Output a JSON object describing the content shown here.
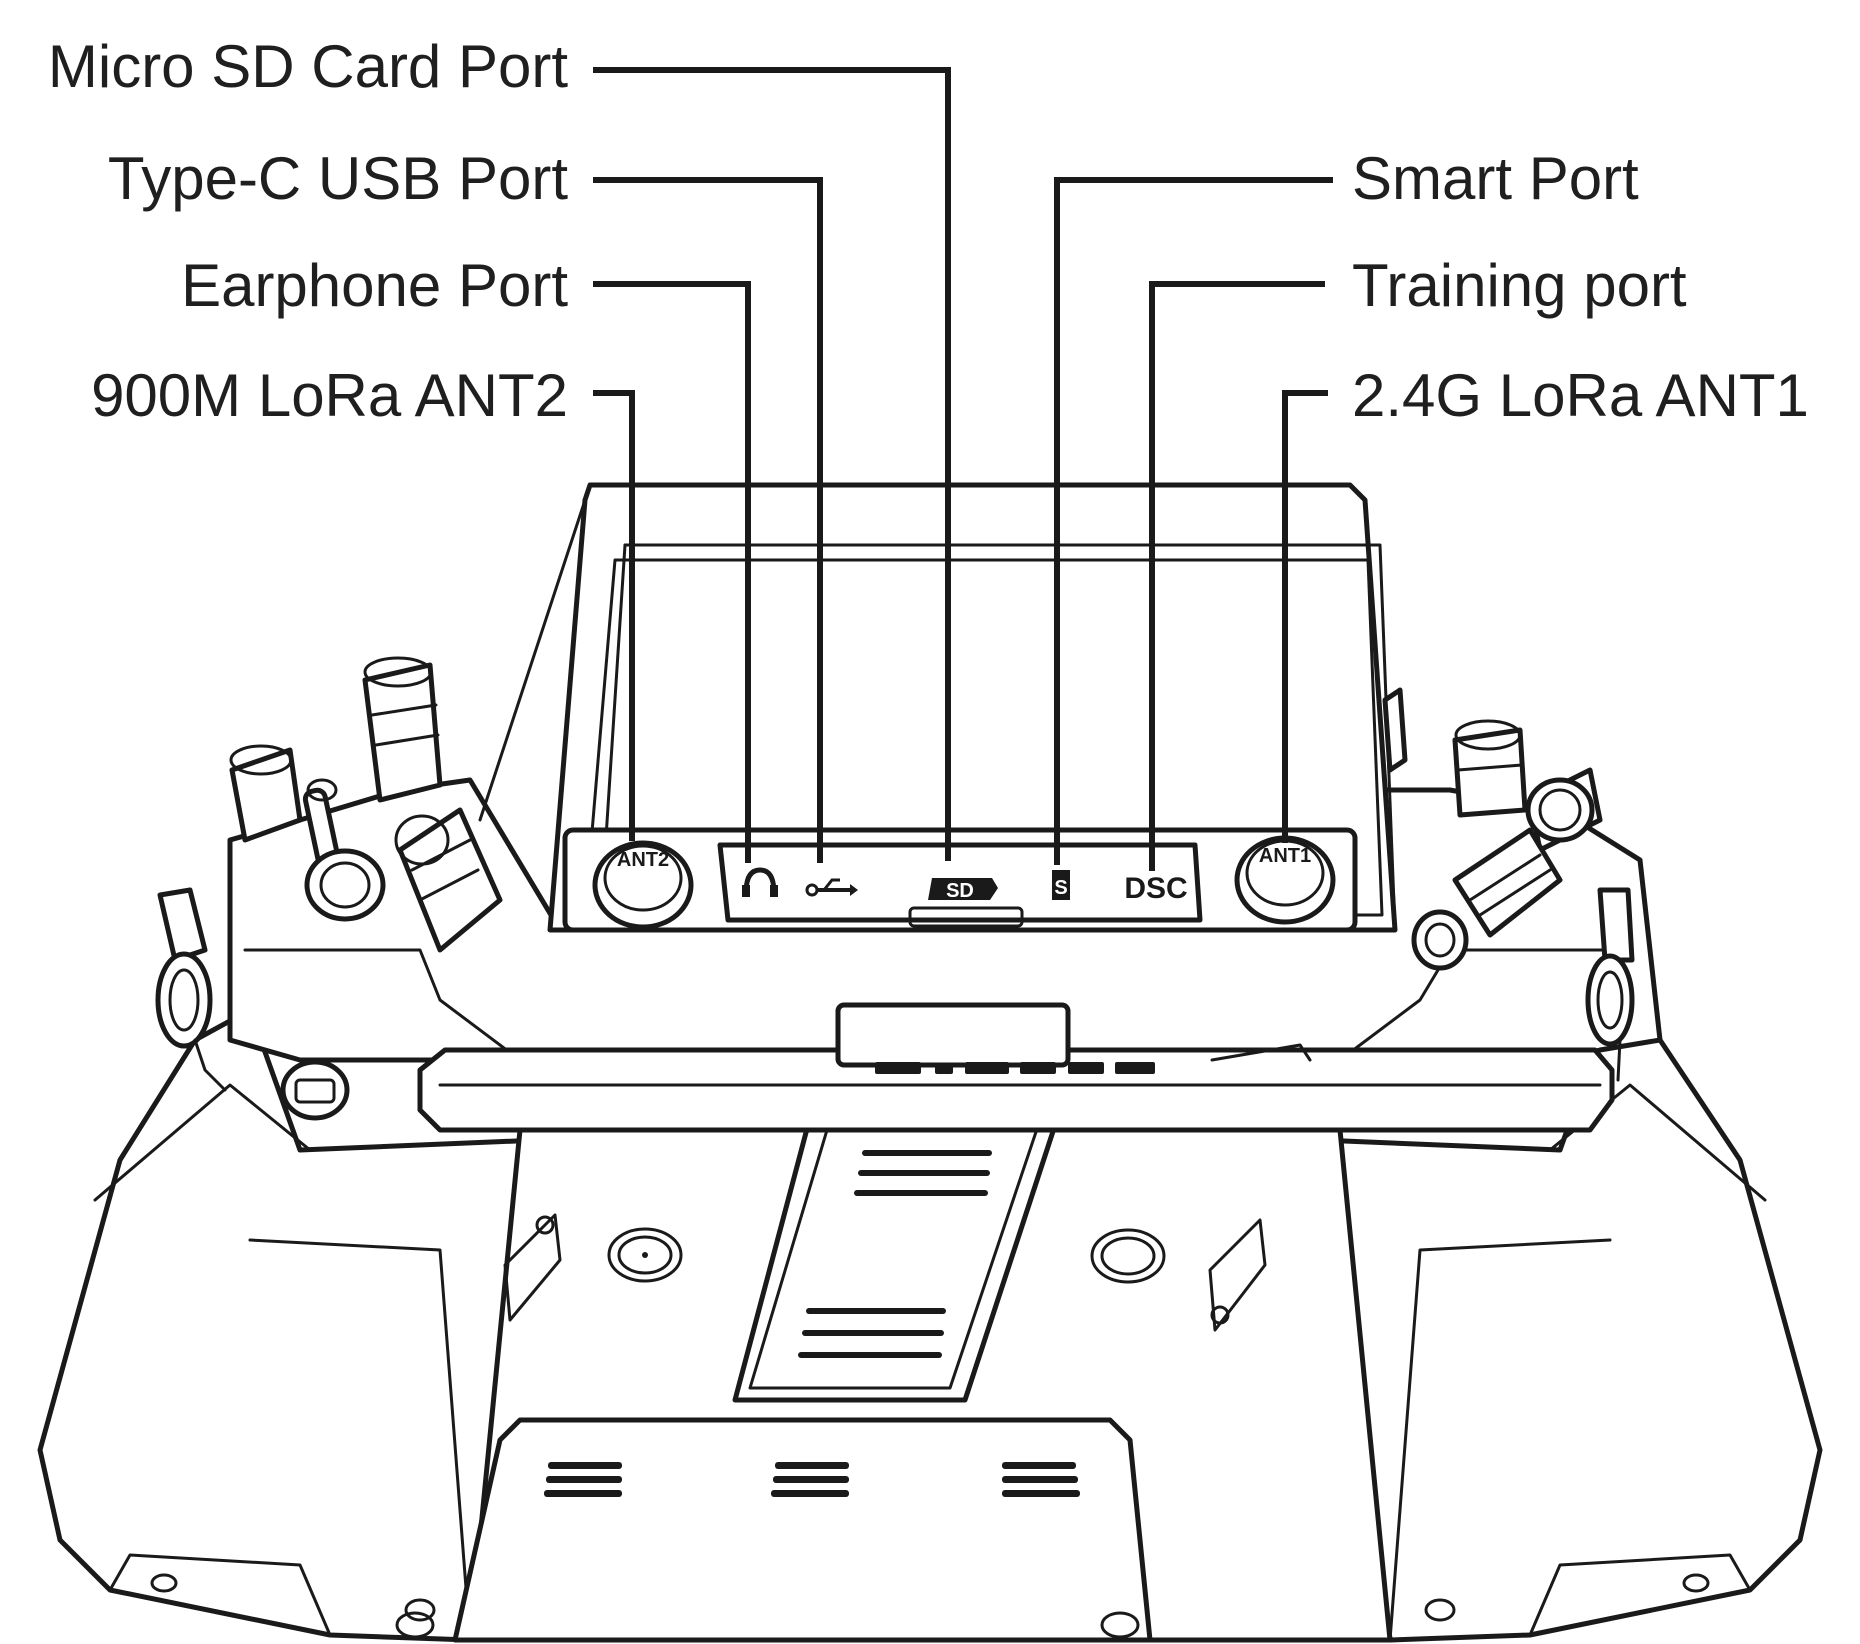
{
  "callouts": {
    "micro_sd": "Micro SD Card Port",
    "type_c": "Type-C USB Port",
    "earphone": "Earphone Port",
    "ant2_label": "900M LoRa ANT2",
    "smart": "Smart Port",
    "training": "Training port",
    "ant1_label": "2.4G LoRa ANT1"
  },
  "device_marks": {
    "ant2": "ANT2",
    "ant1": "ANT1",
    "sd": "SD",
    "dsc": "DSC",
    "smart_symbol": "S"
  },
  "colors": {
    "ink": "#1a1a1a",
    "background": "#ffffff"
  },
  "icons": [
    "headphone-icon",
    "usb-icon",
    "sd-card-icon",
    "smart-port-icon"
  ]
}
